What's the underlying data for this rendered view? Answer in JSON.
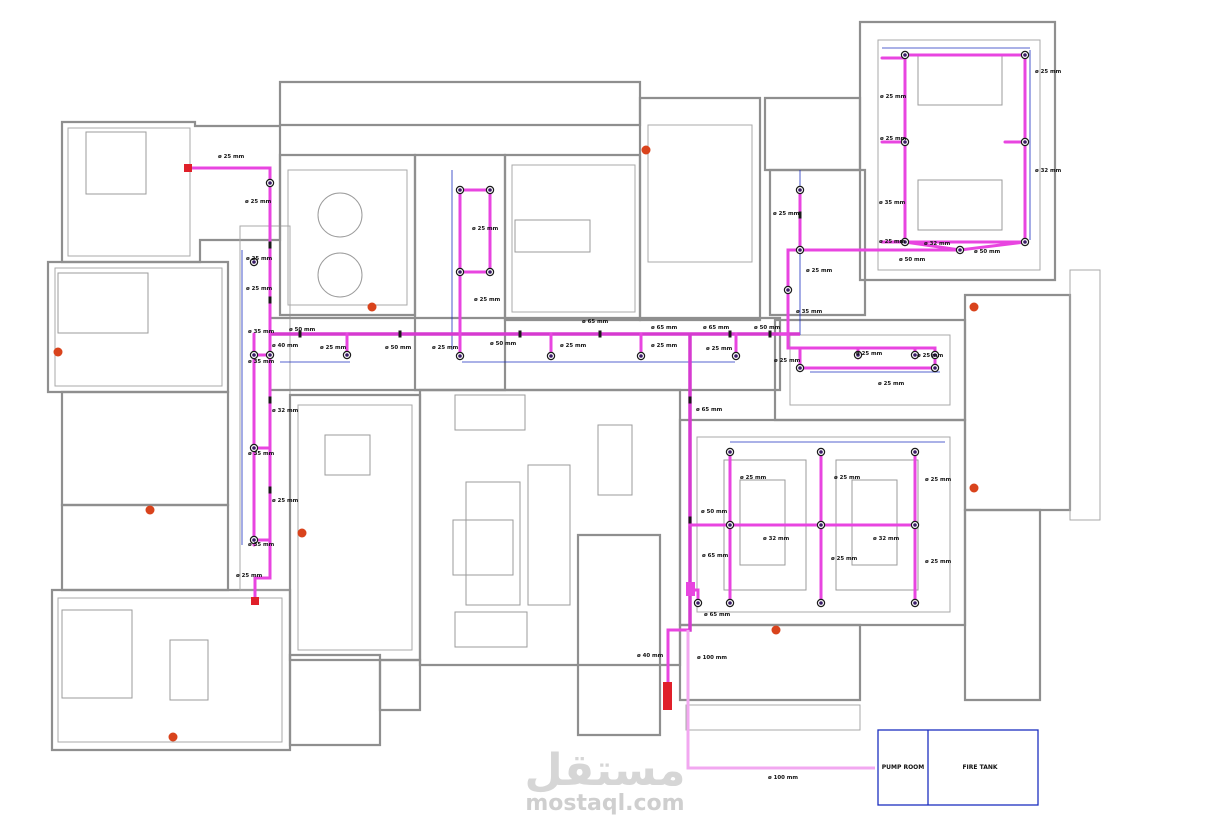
{
  "rooms": {
    "pump_room": "PUMP ROOM",
    "fire_tank": "FIRE TANK"
  },
  "pipe_labels": [
    "ø 25 mm",
    "ø 25 mm",
    "ø 25 mm",
    "ø 25 mm",
    "ø 35 mm",
    "ø 40 mm",
    "ø 35 mm",
    "ø 32 mm",
    "ø 35 mm",
    "ø 25 mm",
    "ø 35 mm",
    "ø 25 mm",
    "ø 50 mm",
    "ø 25 mm",
    "ø 50 mm",
    "ø 25 mm",
    "ø 50 mm",
    "ø 25 mm",
    "ø 25 mm",
    "ø 25 mm",
    "ø 25 mm",
    "ø 65 mm",
    "ø 65 mm",
    "ø 65 mm",
    "ø 50 mm",
    "ø 25 mm",
    "ø 25 mm",
    "ø 25 mm",
    "ø 25 mm",
    "ø 35 mm",
    "ø 50 mm",
    "ø 25 mm",
    "ø 25 mm",
    "ø 25 mm",
    "ø 25 mm",
    "ø 25 mm",
    "ø 35 mm",
    "ø 25 mm",
    "ø 25 mm",
    "ø 32 mm",
    "ø 32 mm",
    "ø 50 mm",
    "ø 65 mm",
    "ø 50 mm",
    "ø 65 mm",
    "ø 65 mm",
    "ø 40 mm",
    "ø 100 mm",
    "ø 100 mm",
    "ø 25 mm",
    "ø 25 mm",
    "ø 25 mm",
    "ø 32 mm",
    "ø 25 mm",
    "ø 32 mm",
    "ø 25 mm"
  ],
  "watermark": {
    "arabic": "مستقل",
    "latin": "mostaql.com"
  },
  "colors": {
    "pipe": "#e845e0",
    "sprinkler": "#3a1c66",
    "fire_point": "#d9431c",
    "dimension": "#1c2fbf",
    "valve": "#e0202a"
  }
}
